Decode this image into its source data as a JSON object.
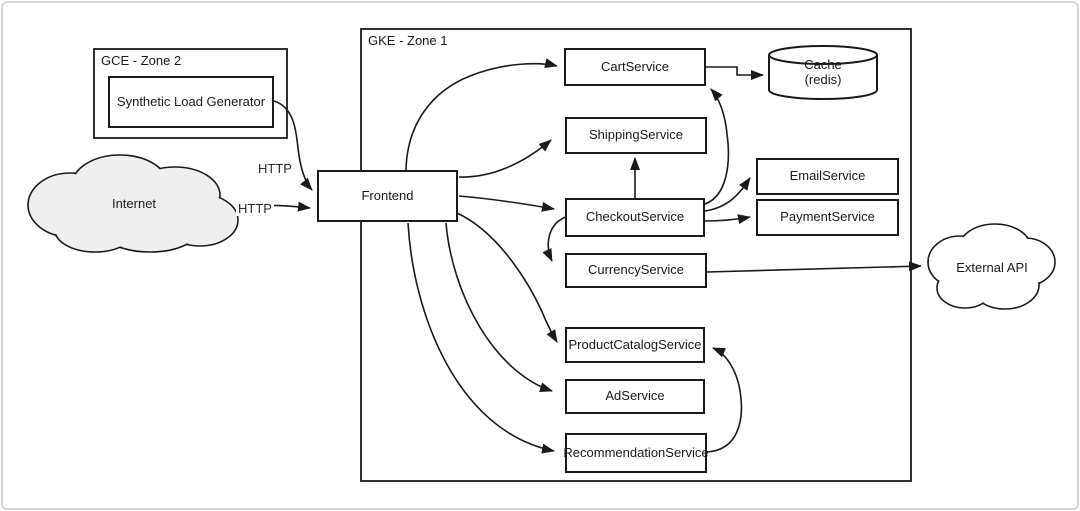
{
  "zones": {
    "gce": {
      "label": "GCE - Zone 2"
    },
    "gke": {
      "label": "GKE - Zone 1"
    }
  },
  "nodes": {
    "load_generator": {
      "label": "Synthetic Load Generator"
    },
    "internet": {
      "label": "Internet"
    },
    "frontend": {
      "label": "Frontend"
    },
    "cart": {
      "label": "CartService"
    },
    "shipping": {
      "label": "ShippingService"
    },
    "checkout": {
      "label": "CheckoutService"
    },
    "currency": {
      "label": "CurrencyService"
    },
    "product_catalog": {
      "label": "ProductCatalogService"
    },
    "ad": {
      "label": "AdService"
    },
    "recommendation": {
      "label": "RecommendationService"
    },
    "email": {
      "label": "EmailService"
    },
    "payment": {
      "label": "PaymentService"
    },
    "cache": {
      "line1": "Cache",
      "line2": "(redis)"
    },
    "external_api": {
      "label": "External API"
    }
  },
  "edge_labels": {
    "load_generator_http": "HTTP",
    "internet_http": "HTTP"
  },
  "edges": [
    {
      "from": "Synthetic Load Generator",
      "to": "Frontend",
      "label": "HTTP"
    },
    {
      "from": "Internet",
      "to": "Frontend",
      "label": "HTTP"
    },
    {
      "from": "Frontend",
      "to": "CartService"
    },
    {
      "from": "Frontend",
      "to": "ShippingService"
    },
    {
      "from": "Frontend",
      "to": "CheckoutService"
    },
    {
      "from": "Frontend",
      "to": "ProductCatalogService"
    },
    {
      "from": "Frontend",
      "to": "AdService"
    },
    {
      "from": "Frontend",
      "to": "RecommendationService"
    },
    {
      "from": "CheckoutService",
      "to": "ShippingService"
    },
    {
      "from": "CheckoutService",
      "to": "CartService"
    },
    {
      "from": "CheckoutService",
      "to": "EmailService"
    },
    {
      "from": "CheckoutService",
      "to": "PaymentService"
    },
    {
      "from": "CheckoutService",
      "to": "CurrencyService"
    },
    {
      "from": "CartService",
      "to": "Cache (redis)"
    },
    {
      "from": "CurrencyService",
      "to": "External API"
    },
    {
      "from": "RecommendationService",
      "to": "ProductCatalogService"
    }
  ],
  "colors": {
    "line": "#1a1a1a",
    "cloud_fill": "#efefef",
    "frame": "#d6d6d6",
    "background": "#ffffff"
  }
}
